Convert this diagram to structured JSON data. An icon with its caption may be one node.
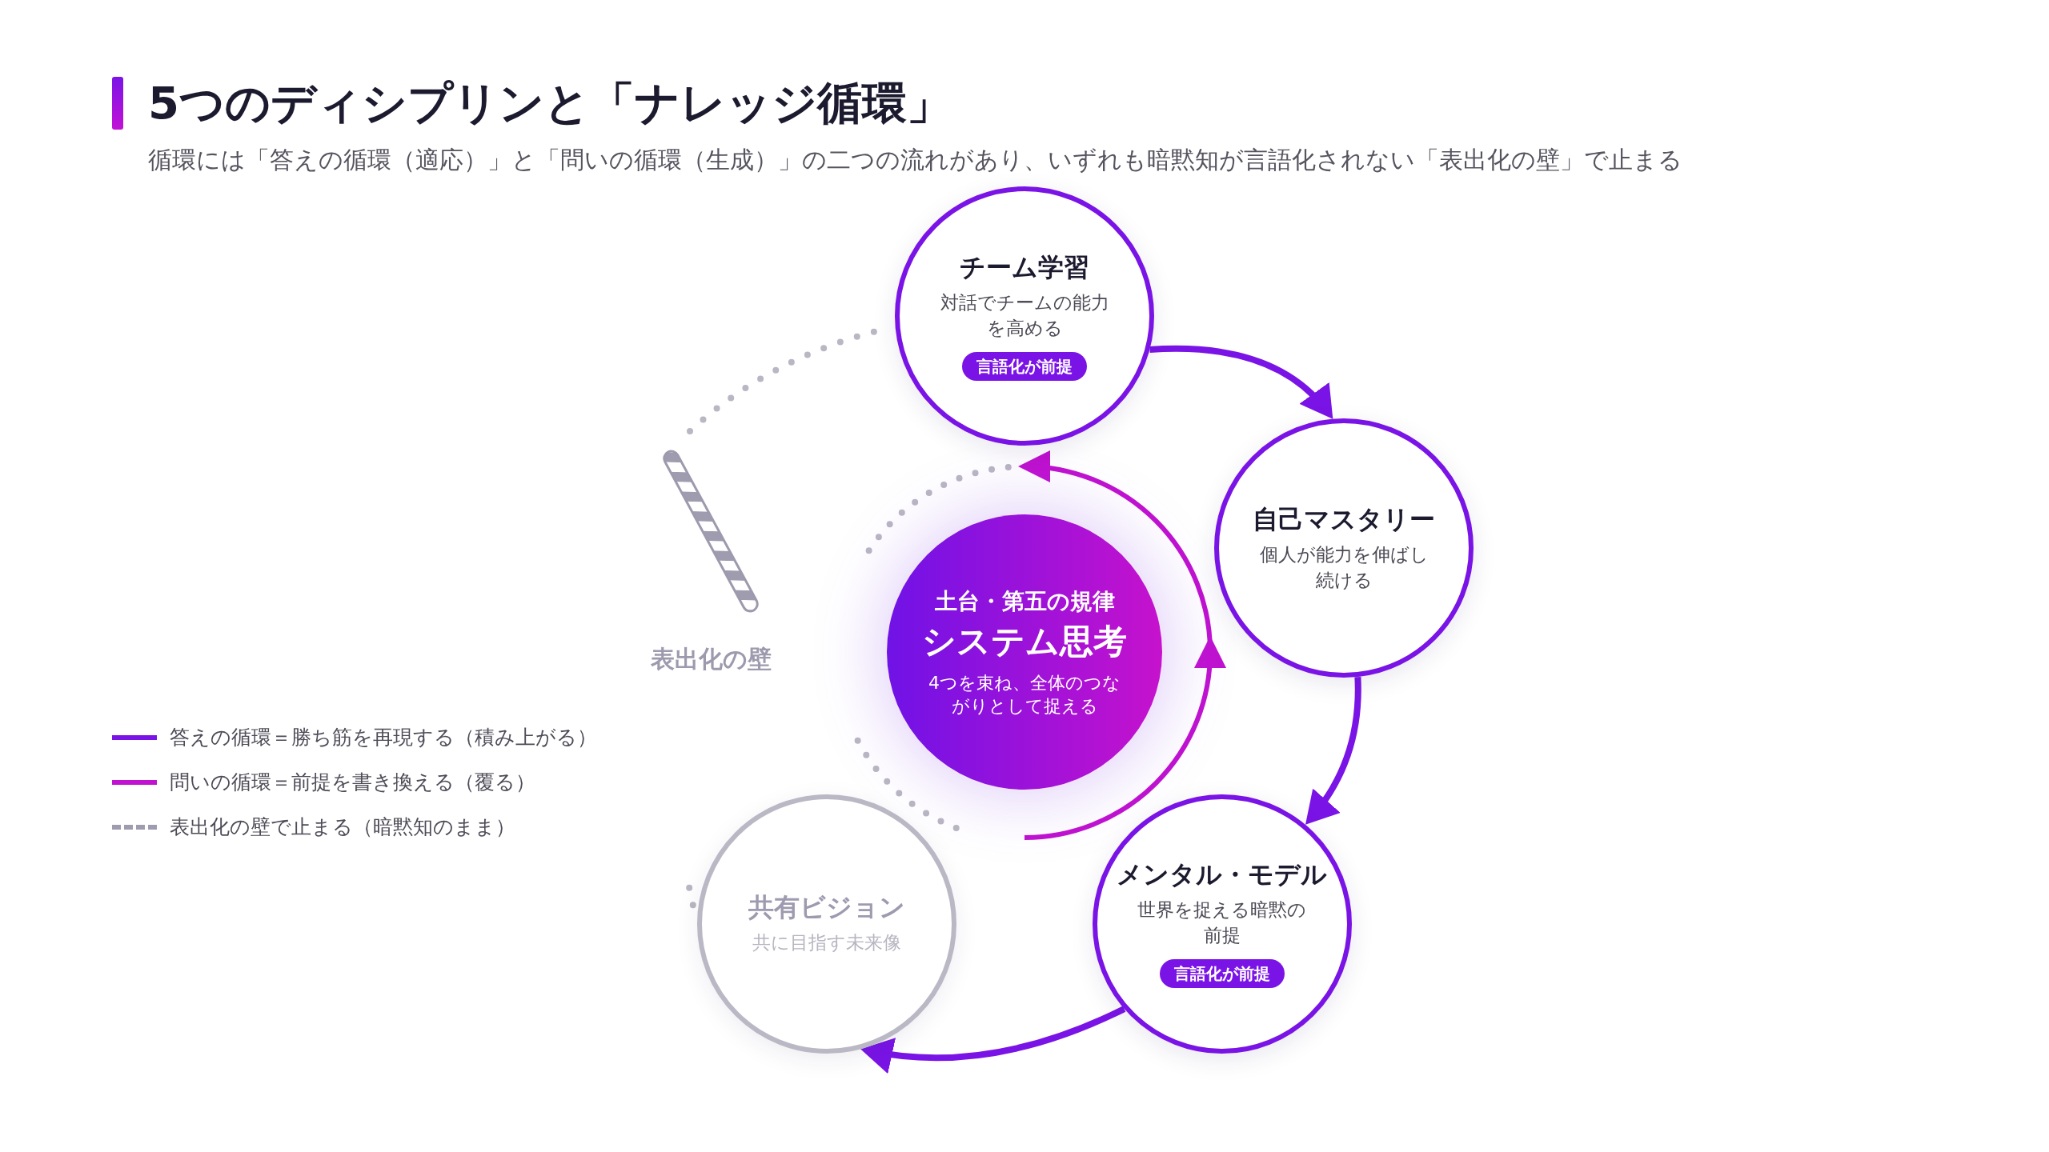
{
  "diagram": {
    "title": "5つのディシプリンと「ナレッジ循環」",
    "nodes": [
      {
        "text": [
          "チーム学習",
          "対話でチームの能力を高める"
        ]
      },
      {
        "text": [
          "言語化が前提"
        ],
        "in": 0
      },
      {
        "text": [
          "自己マスタリー",
          "個人が能力を伸ばし続ける"
        ]
      },
      {
        "text": [
          "土台・第五の規律",
          "システム思考",
          "4つを束ね、全体のつながりとして捉える"
        ]
      },
      {
        "text": [
          "共有ビジョン",
          "共に目指す未来像"
        ]
      },
      {
        "text": [
          "メンタル・モデル",
          "世界を捉える暗黙の前提"
        ]
      },
      {
        "text": [
          "言語化が前提"
        ],
        "in": 5
      }
    ],
    "edges": [
      {
        "from": 0,
        "to": 2,
        "arrow": "to"
      },
      {
        "from": 2,
        "to": 5,
        "arrow": "to"
      },
      {
        "from": 5,
        "to": 4,
        "arrow": "to"
      },
      {
        "from": 4,
        "to": null,
        "arrow": "none",
        "style": "dashed",
        "color": "#b9b7c3"
      },
      {
        "from": null,
        "to": 0,
        "arrow": "none",
        "style": "dashed",
        "color": "#b9b7c3"
      }
    ],
    "labels": [
      "循環には「答えの循環（適応）」と「問いの循環（生成）」の二つの流れがあり、いずれも暗黙知が言語化されない「表出化の壁」で止まる",
      "表出化の壁"
    ],
    "legend": [
      {
        "text": "答えの循環＝勝ち筋を再現する（積み上がる）"
      },
      {
        "text": "問いの循環＝前提を書き換える（覆る）"
      },
      {
        "text": "表出化の壁で止まる（暗黙知のまま）"
      }
    ]
  }
}
